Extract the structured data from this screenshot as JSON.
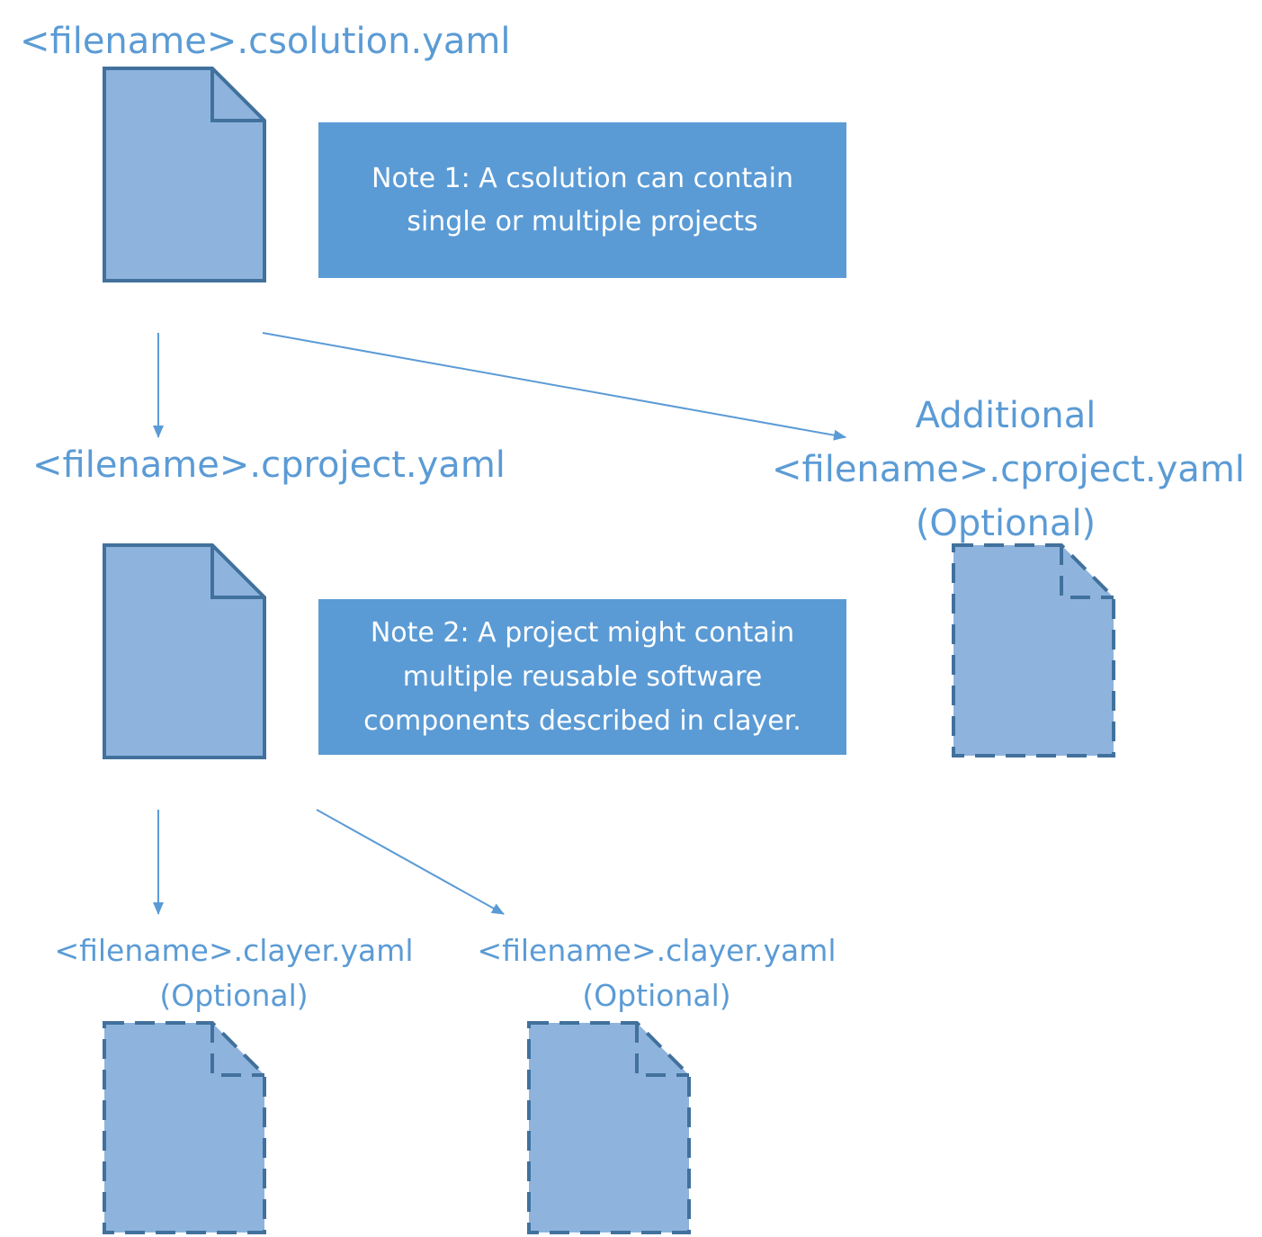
{
  "files": {
    "csolution": {
      "label": "<filename>.csolution.yaml",
      "optional": false
    },
    "cproject": {
      "label": "<filename>.cproject.yaml",
      "optional": false
    },
    "additional_cproject": {
      "line1": "Additional",
      "line2": "<filename>.cproject.yaml",
      "line3": "(Optional)",
      "optional": true
    },
    "clayer_1": {
      "line1": "<filename>.clayer.yaml",
      "line2": "(Optional)",
      "optional": true
    },
    "clayer_2": {
      "line1": "<filename>.clayer.yaml",
      "line2": "(Optional)",
      "optional": true
    }
  },
  "notes": {
    "note1": {
      "line1": "Note 1: A csolution can contain",
      "line2": "single or multiple projects"
    },
    "note2": {
      "line1": "Note 2: A project might contain",
      "line2": "multiple reusable software",
      "line3": "components described in clayer."
    }
  },
  "edges": [
    {
      "from": "csolution",
      "to": "cproject"
    },
    {
      "from": "csolution",
      "to": "additional_cproject"
    },
    {
      "from": "cproject",
      "to": "clayer_1"
    },
    {
      "from": "cproject",
      "to": "clayer_2"
    }
  ],
  "colors": {
    "text": "#5b9bd5",
    "doc_fill": "#8eb4de",
    "doc_stroke": "#41719c",
    "note_fill": "#5b9bd5",
    "arrow": "#5b9bd5"
  }
}
